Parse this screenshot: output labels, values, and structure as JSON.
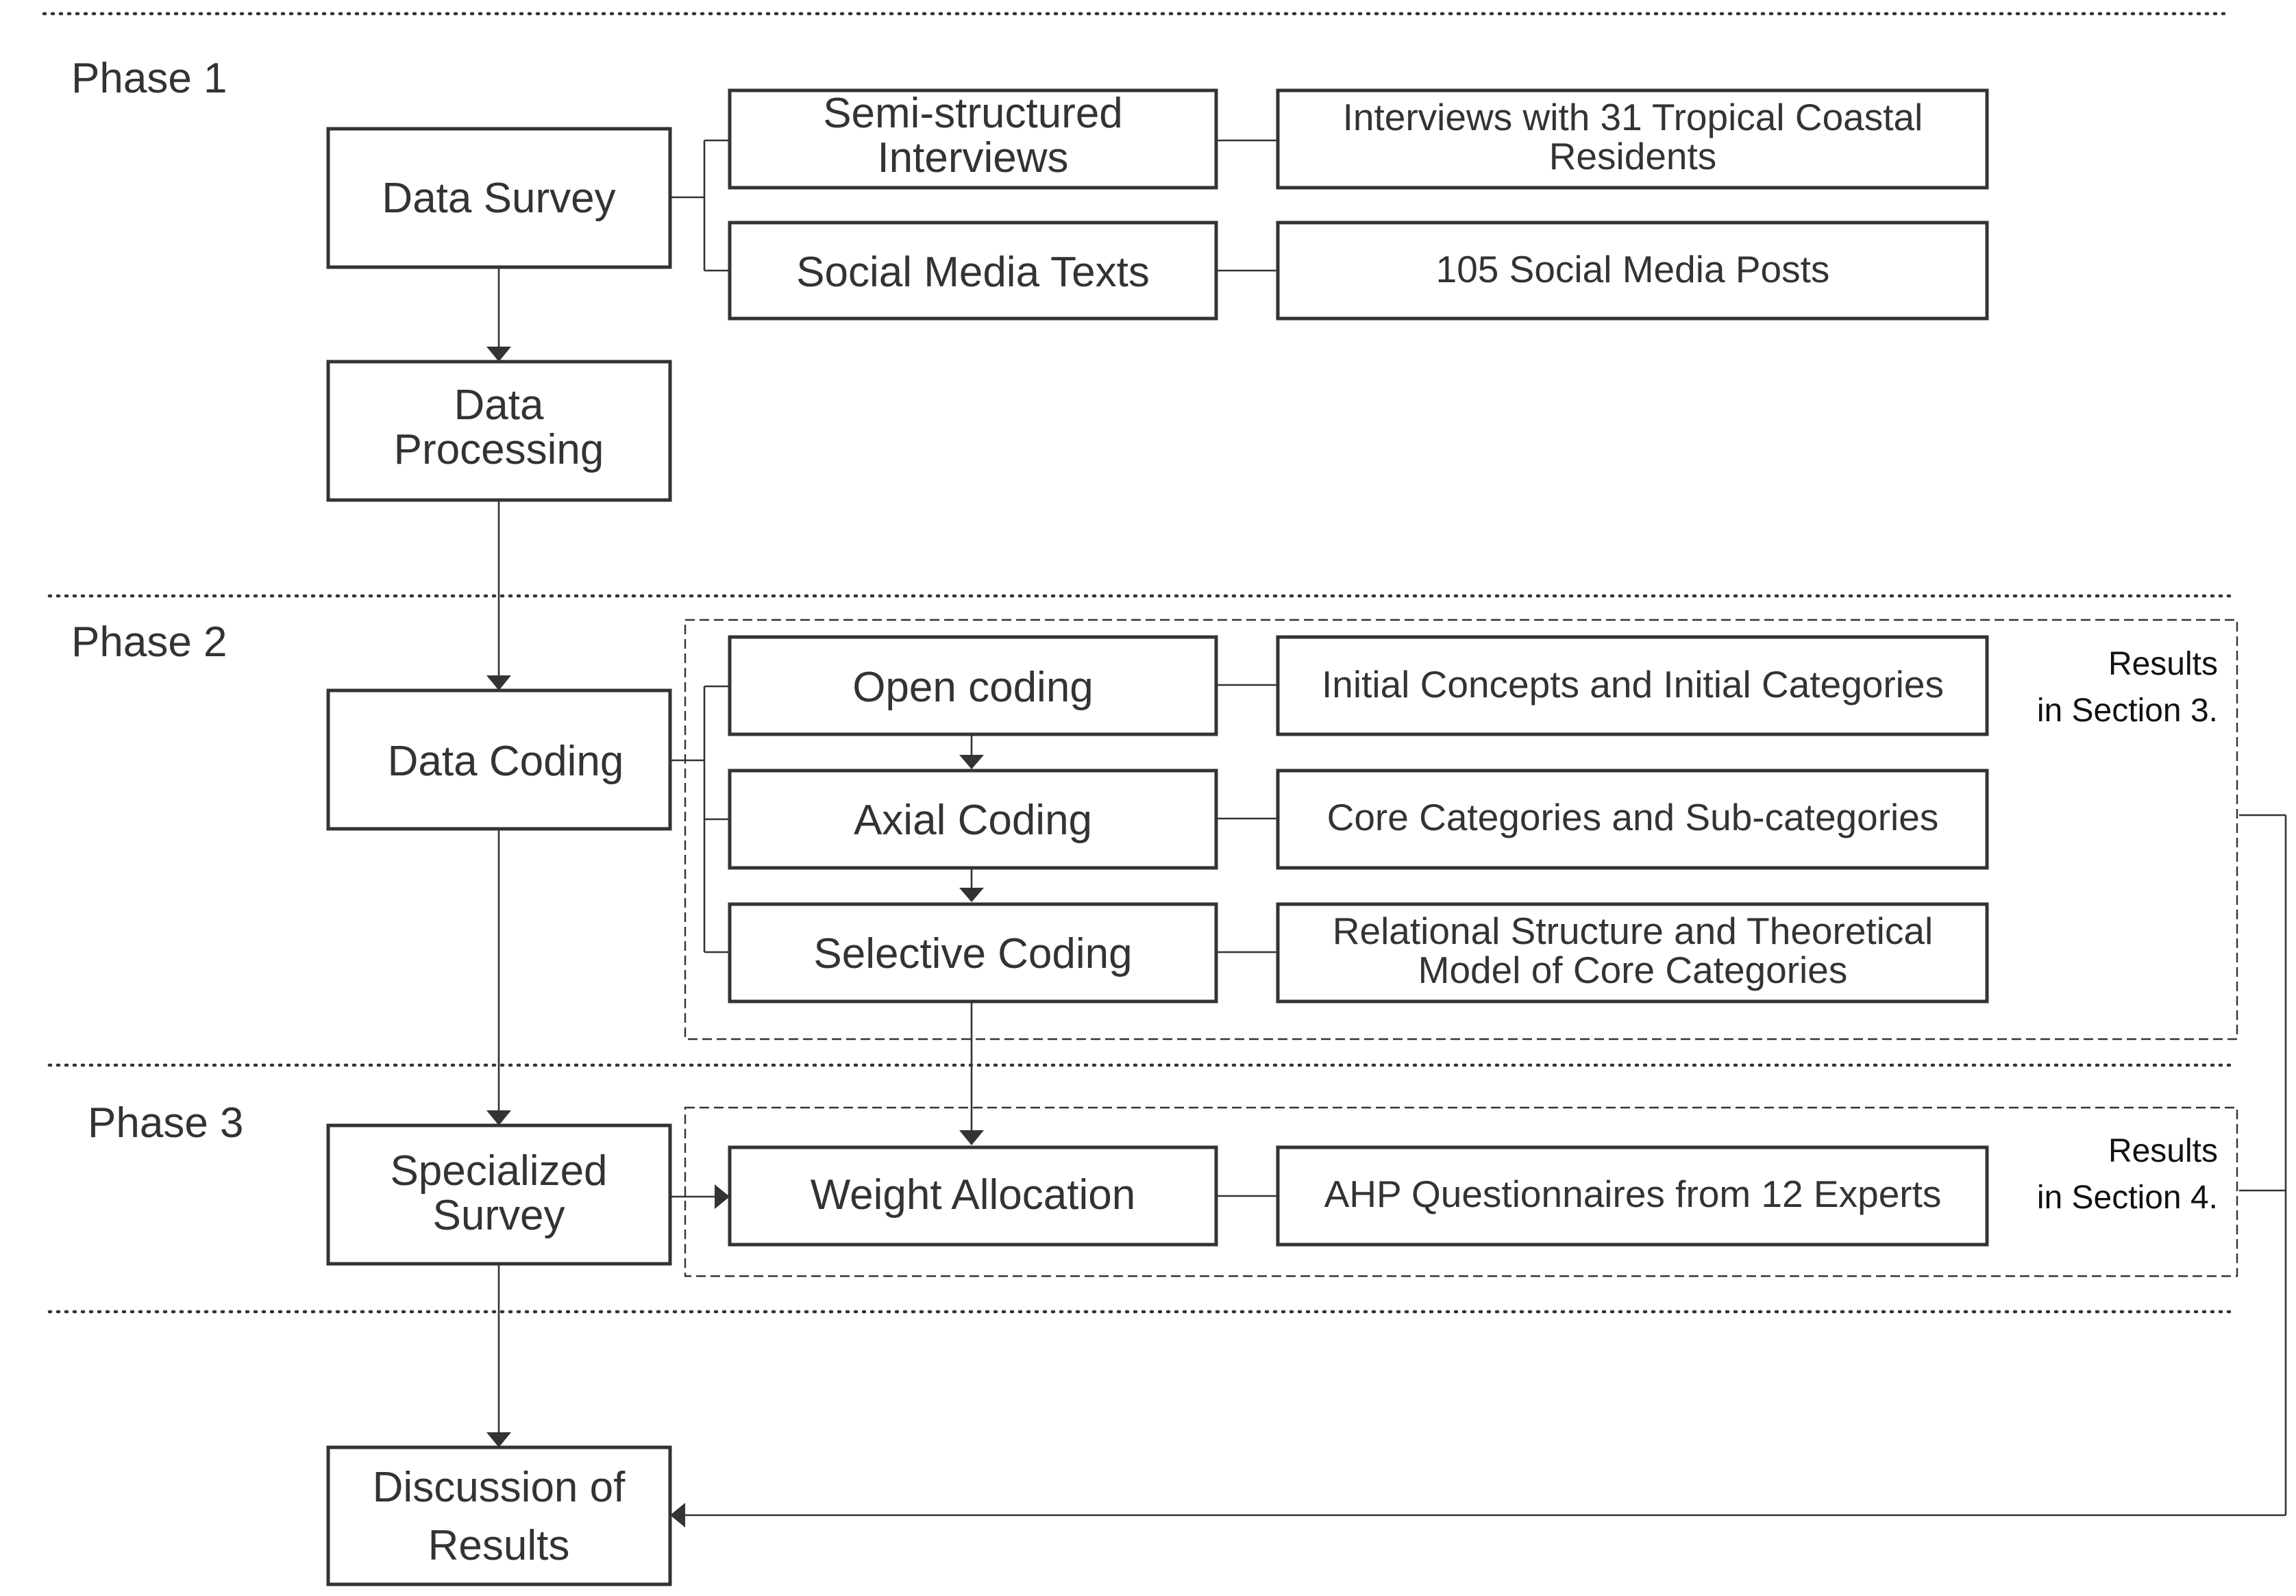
{
  "phases": {
    "phase1": "Phase 1",
    "phase2": "Phase 2",
    "phase3": "Phase 3"
  },
  "left_column": {
    "data_survey": "Data Survey",
    "data_processing": [
      "Data",
      "Processing"
    ],
    "data_coding": "Data Coding",
    "specialized_survey": [
      "Specialized",
      "Survey"
    ],
    "discussion": [
      "Discussion of",
      "Results"
    ]
  },
  "middle_column": {
    "semi_structured": [
      "Semi-structured",
      "Interviews"
    ],
    "social_media_texts": "Social Media Texts",
    "open_coding": "Open coding",
    "axial_coding": "Axial Coding",
    "selective_coding": "Selective Coding",
    "weight_allocation": "Weight Allocation"
  },
  "right_column": {
    "interviews": [
      "Interviews with 31 Tropical Coastal",
      "Residents"
    ],
    "social_posts": "105 Social Media Posts",
    "initial_concepts": "Initial Concepts and Initial Categories",
    "core_categories": "Core Categories and Sub-categories",
    "relational_structure": [
      "Relational Structure and Theoretical",
      "Model of Core Categories"
    ],
    "ahp": "AHP Questionnaires from 12 Experts"
  },
  "results_notes": {
    "section3": [
      "Results",
      "in Section 3."
    ],
    "section4": [
      "Results",
      "in Section 4."
    ]
  }
}
